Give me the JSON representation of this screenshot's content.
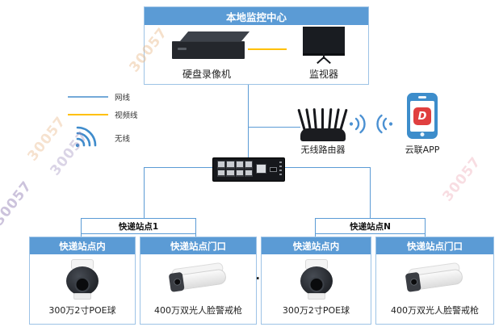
{
  "watermark": {
    "text": "30057"
  },
  "monitoring_center": {
    "title": "本地监控中心",
    "nvr_label": "硬盘录像机",
    "monitor_label": "监视器"
  },
  "legend": {
    "network": "网线",
    "video": "视频线",
    "wireless": "无线"
  },
  "router": {
    "label": "无线路由器"
  },
  "cloud_app": {
    "label": "云联APP",
    "logo_letter": "D"
  },
  "ellipsis": "...",
  "stations": [
    {
      "label": "快递站点1",
      "boxes": [
        {
          "header": "快递站点内",
          "caption": "300万2寸POE球"
        },
        {
          "header": "快递站点门口",
          "caption": "400万双光人脸警戒枪"
        }
      ]
    },
    {
      "label": "快递站点N",
      "boxes": [
        {
          "header": "快递站点内",
          "caption": "300万2寸POE球"
        },
        {
          "header": "快递站点门口",
          "caption": "400万双光人脸警戒枪"
        }
      ]
    }
  ],
  "colors": {
    "header_blue": "#5b9bd5",
    "line_blue": "#5b9bd5",
    "panel_border": "#9dc3e6",
    "video_yellow": "#ffc000",
    "wifi_blue": "#3f8ccc",
    "phone_blue": "#3d8dcb",
    "app_red": "#e03f3f"
  }
}
